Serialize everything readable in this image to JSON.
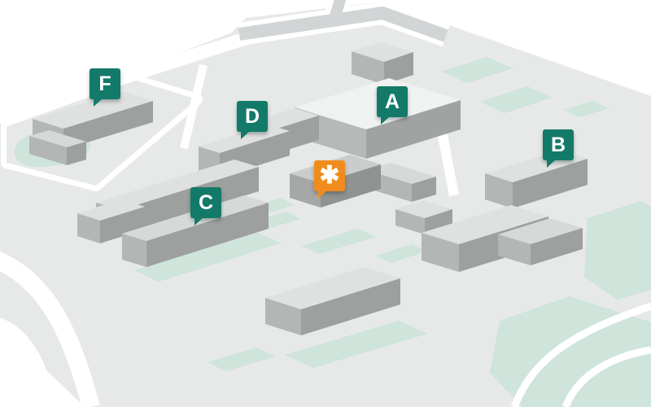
{
  "map": {
    "type": "isometric-campus-map",
    "markers": [
      {
        "id": "A",
        "label": "A",
        "color": "#137a69"
      },
      {
        "id": "B",
        "label": "B",
        "color": "#137a69"
      },
      {
        "id": "C",
        "label": "C",
        "color": "#137a69"
      },
      {
        "id": "D",
        "label": "D",
        "color": "#137a69"
      },
      {
        "id": "F",
        "label": "F",
        "color": "#137a69"
      },
      {
        "id": "highlight",
        "label": "✱",
        "color": "#f08c1e"
      }
    ],
    "colors": {
      "ground": "#e7e9e9",
      "road": "#d2d5d5",
      "green": "#cfe4da",
      "tree_dot": "#84b2a1",
      "building_top": "#dfe1e0",
      "building_top_bright": "#f0f1f1",
      "building_side_left": "#b3b6b5",
      "building_side_right": "#9da09f",
      "marker_teal": "#137a69",
      "marker_orange": "#f08c1e"
    }
  }
}
